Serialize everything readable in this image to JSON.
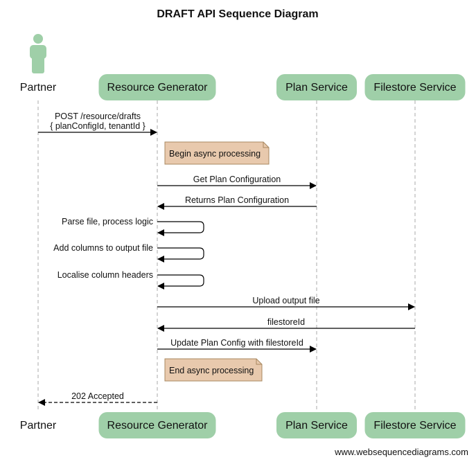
{
  "title": "DRAFT API Sequence Diagram",
  "participants": [
    {
      "id": "partner",
      "name": "Partner",
      "type": "actor"
    },
    {
      "id": "rg",
      "name": "Resource Generator",
      "type": "box"
    },
    {
      "id": "plan",
      "name": "Plan Service",
      "type": "box"
    },
    {
      "id": "fs",
      "name": "Filestore Service",
      "type": "box"
    }
  ],
  "colors": {
    "participant_fill": "#9fcfa8",
    "actor_fill": "#9fcfa8",
    "note_fill": "#e8c9ad",
    "note_border": "#a88860",
    "lifeline": "#aaaaaa",
    "arrow": "#000000"
  },
  "messages": [
    {
      "from": "partner",
      "to": "rg",
      "lines": [
        "POST /resource/drafts",
        "{ planConfigId, tenantId }"
      ],
      "style": "solid"
    },
    {
      "note": "rg",
      "text": "Begin async processing"
    },
    {
      "from": "rg",
      "to": "plan",
      "lines": [
        "Get Plan Configuration"
      ],
      "style": "solid"
    },
    {
      "from": "plan",
      "to": "rg",
      "lines": [
        "Returns Plan Configuration"
      ],
      "style": "solid"
    },
    {
      "from": "rg",
      "to": "rg",
      "lines": [
        "Parse file, process logic"
      ],
      "style": "solid"
    },
    {
      "from": "rg",
      "to": "rg",
      "lines": [
        "Add columns to output file"
      ],
      "style": "solid"
    },
    {
      "from": "rg",
      "to": "rg",
      "lines": [
        "Localise column headers"
      ],
      "style": "solid"
    },
    {
      "from": "rg",
      "to": "fs",
      "lines": [
        "Upload output file"
      ],
      "style": "solid"
    },
    {
      "from": "fs",
      "to": "rg",
      "lines": [
        "filestoreId"
      ],
      "style": "solid"
    },
    {
      "from": "rg",
      "to": "plan",
      "lines": [
        "Update Plan Config with filestoreId"
      ],
      "style": "solid"
    },
    {
      "note": "rg",
      "text": "End async processing"
    },
    {
      "from": "rg",
      "to": "partner",
      "lines": [
        "202 Accepted"
      ],
      "style": "dashed"
    }
  ],
  "footer": "www.websequencediagrams.com"
}
